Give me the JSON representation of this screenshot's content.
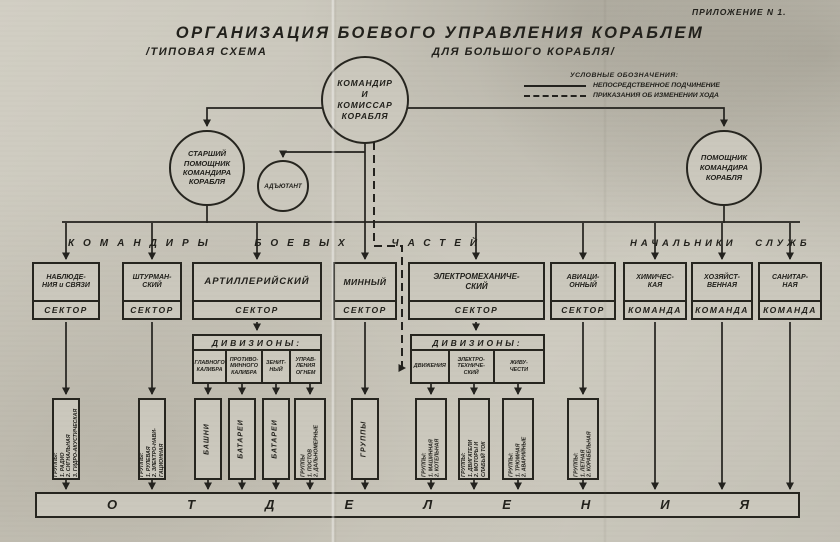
{
  "page": {
    "annotation": "ПРИЛОЖЕНИЕ N 1.",
    "title": "ОРГАНИЗАЦИЯ БОЕВОГО УПРАВЛЕНИЯ КОРАБЛЕМ",
    "subtitle_left": "/ТИПОВАЯ СХЕМА",
    "subtitle_right": "ДЛЯ БОЛЬШОГО КОРАБЛЯ/"
  },
  "legend": {
    "title": "УСЛОВНЫЕ ОБОЗНАЧЕНИЯ:",
    "items": [
      {
        "style": "solid",
        "label": "НЕПОСРЕДСТВЕННОЕ ПОДЧИНЕНИЕ"
      },
      {
        "style": "dashed",
        "label": "ПРИКАЗАНИЯ ОБ ИЗМЕНЕНИИ ХОДА"
      }
    ]
  },
  "circles": {
    "commander": "КОМАНДИР\nИ\nКОМИССАР\nКОРАБЛЯ",
    "senior_assistant": "СТАРШИЙ\nПОМОЩНИК\nКОМАНДИРА\nКОРАБЛЯ",
    "assistant": "ПОМОЩНИК\nКОМАНДИРА\nКОРАБЛЯ",
    "adjutant": "АДЪЮТАНТ"
  },
  "group_headers": {
    "left": "КОМАНДИРЫ БОЕВЫХ ЧАСТЕЙ",
    "right": "НАЧАЛЬНИКИ СЛУЖБ"
  },
  "sectors": [
    {
      "name": "НАБЛЮДЕ-\nНИЯ и СВЯЗИ",
      "type": "СЕКТОР"
    },
    {
      "name": "ШТУРМАН-\nСКИЙ",
      "type": "СЕКТОР"
    },
    {
      "name": "АРТИЛЛЕРИЙСКИЙ",
      "type": "СЕКТОР"
    },
    {
      "name": "МИННЫЙ",
      "type": "СЕКТОР"
    },
    {
      "name": "ЭЛЕКТРОМЕХАНИЧЕ-\nСКИЙ",
      "type": "СЕКТОР"
    },
    {
      "name": "АВИАЦИ-\nОННЫЙ",
      "type": "СЕКТОР"
    },
    {
      "name": "ХИМИЧЕС-\nКАЯ",
      "type": "КОМАНДА"
    },
    {
      "name": "ХОЗЯЙСТ-\nВЕННАЯ",
      "type": "КОМАНДА"
    },
    {
      "name": "САНИТАР-\nНАЯ",
      "type": "КОМАНДА"
    }
  ],
  "divisions": [
    {
      "title": "ДИВИЗИОНЫ:",
      "cells": [
        "ГЛАВНОГО\nКАЛИБРА",
        "ПРОТИВО-\nМИННОГО\nКАЛИБРА",
        "ЗЕНИТ-\nНЫЙ",
        "УПРАВ-\nЛЕНИЯ\nОГНЕМ"
      ]
    },
    {
      "title": "ДИВИЗИОНЫ:",
      "cells": [
        "ДВИЖЕНИЯ",
        "ЭЛЕКТРО-\nТЕХНИЧЕ-\nСКИЙ",
        "ЖИВУ-\nЧЕСТИ"
      ]
    }
  ],
  "unit_boxes": [
    "ГРУППЫ:\n1. РАДИО\n2. СИГНАЛЬНАЯ\n3. ГИДРО-АКУСТИЧЕСКАЯ",
    "ГРУППЫ:\n1. РУЛЕВАЯ\n2. ЭЛЕКТРО-НАВИ-\nГАЦИОННАЯ",
    "БАШНИ",
    "БАТАРЕИ",
    "БАТАРЕИ",
    "ГРУППЫ\n1. ПОСТОВ\n2. ДАЛЬНОМЕРНЫЕ",
    "ГРУППЫ",
    "ГРУППЫ:\n1. МАШИННАЯ\n2. КОТЕЛЬНАЯ",
    "ГРУППЫ:\n1. ДВИГАТЕЛИ\n2. МОТОРЫ И\nСЛАБЫЙ ТОК",
    "ГРУППЫ:\n1. ТРЮМНАЯ\n2. АВАРИЙНЫЕ",
    "ГРУППЫ:\n1. ЛЕТНАЯ\n2. КОРАБЕЛЬНАЯ"
  ],
  "bottom_bar": {
    "label": "ОТДЕЛЕНИЯ"
  },
  "colors": {
    "paper": "#cbc8bd",
    "ink": "#23221e"
  }
}
